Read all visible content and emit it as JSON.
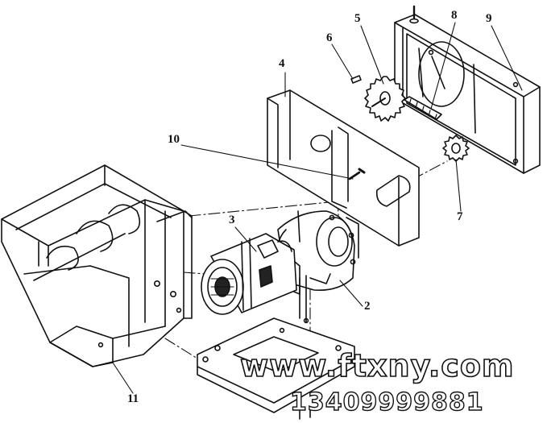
{
  "diagram": {
    "labels": {
      "l1": "2",
      "l2": "3",
      "l3": "4",
      "l4": "5",
      "l5": "6",
      "l6": "7",
      "l7": "8",
      "l8": "9",
      "l9": "10",
      "l10": "11"
    }
  },
  "watermark": {
    "url": "www.ftxny.com",
    "phone": "13409999881"
  }
}
